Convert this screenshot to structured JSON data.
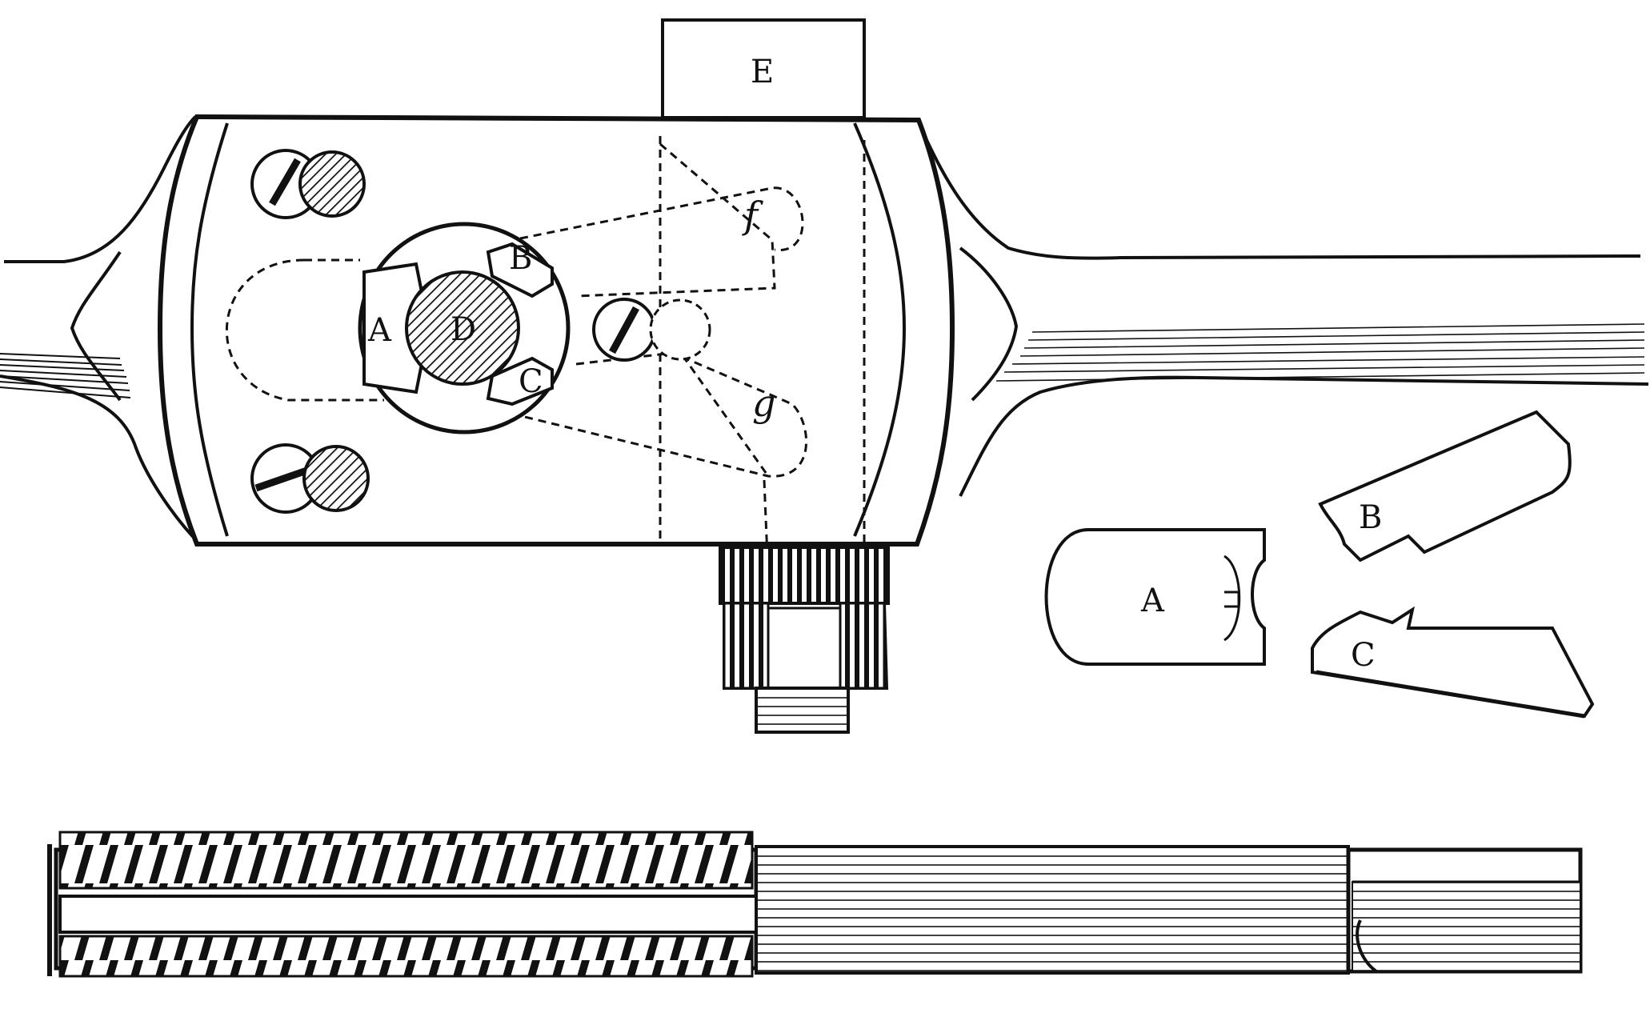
{
  "labels": {
    "E": "E",
    "B": "B",
    "A": "A",
    "D": "D",
    "C": "C",
    "f": "f",
    "g": "g",
    "piece_A": "A",
    "piece_B": "B",
    "piece_C": "C"
  }
}
